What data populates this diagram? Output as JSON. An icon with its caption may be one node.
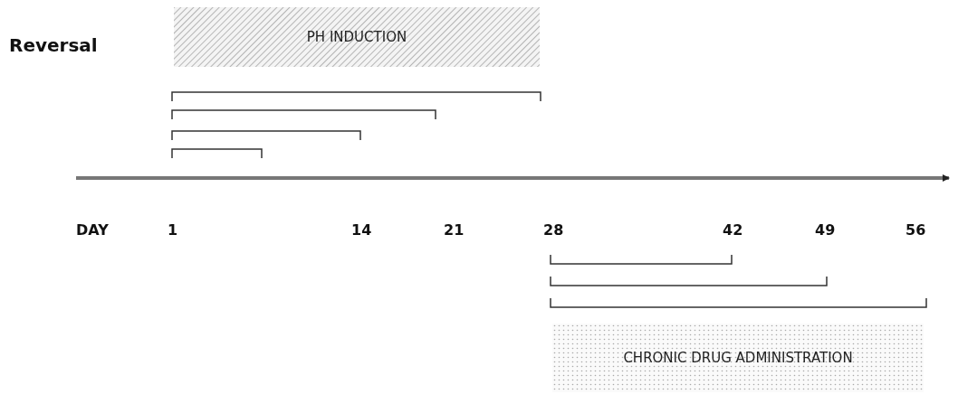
{
  "diagram": {
    "nodes": [
      {
        "text": [
          "PH INDUCTION"
        ]
      },
      {
        "text": [
          "CHRONIC DRUG ADMINISTRATION"
        ]
      }
    ],
    "edges": [],
    "labels": [
      "Reversal",
      "DAY",
      "1",
      "14",
      "21",
      "28",
      "42",
      "49",
      "56"
    ]
  }
}
